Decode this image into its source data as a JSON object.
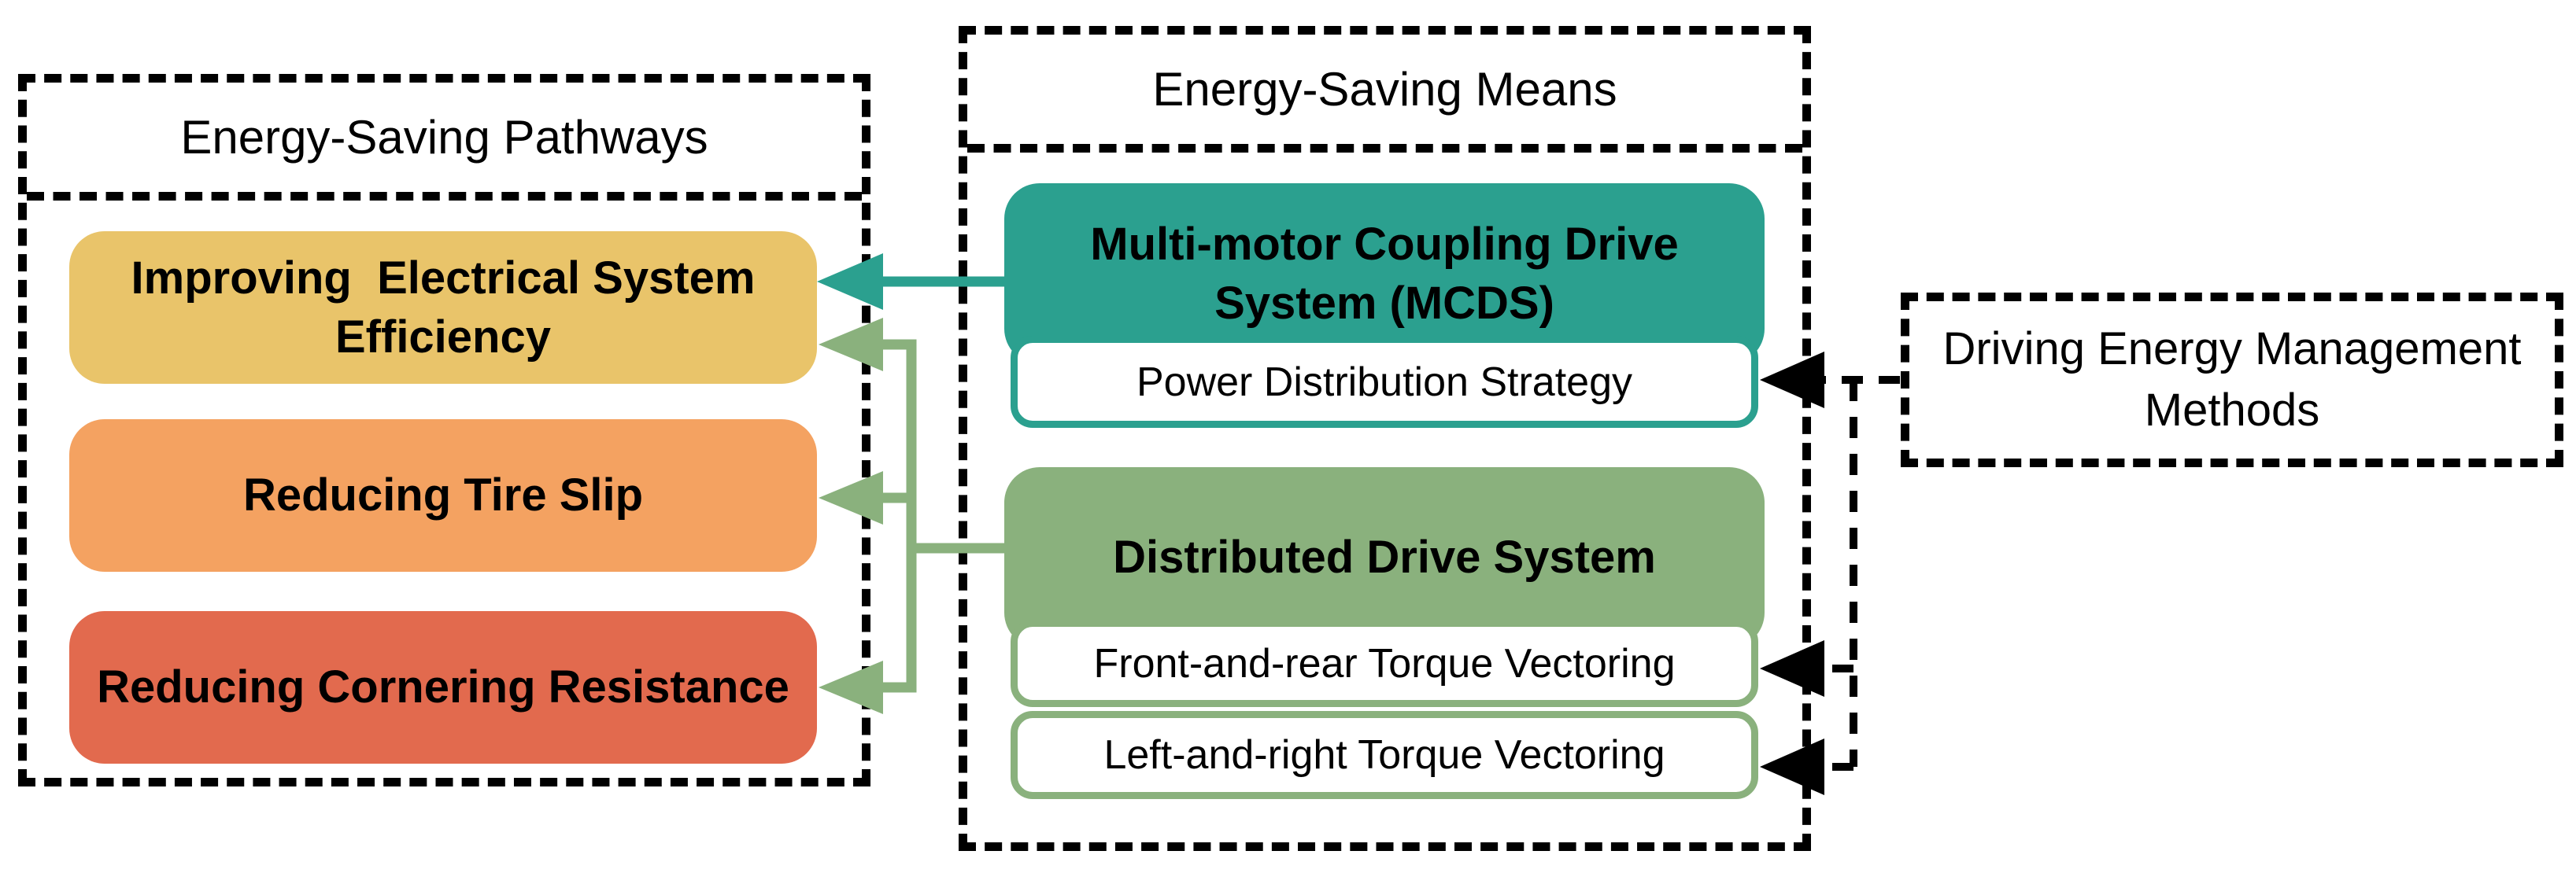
{
  "colors": {
    "teal": "#2BA08F",
    "green": "#8AB17D",
    "yellow": "#E9C46A",
    "orange": "#F4A261",
    "red": "#E26A4E",
    "connector": "#000000"
  },
  "pathways": {
    "title": "Energy-Saving Pathways",
    "items": [
      {
        "label": "Improving  Electrical System\nEfficiency",
        "color": "#E9C46A"
      },
      {
        "label": "Reducing Tire Slip",
        "color": "#F4A261"
      },
      {
        "label": "Reducing Cornering Resistance",
        "color": "#E26A4E"
      }
    ]
  },
  "means": {
    "title": "Energy-Saving Means",
    "mcds": {
      "label": "Multi-motor Coupling Drive\nSystem (MCDS)",
      "color": "#2BA08F",
      "sub": [
        {
          "label": "Power Distribution Strategy"
        }
      ]
    },
    "dds": {
      "label": "Distributed Drive System",
      "color": "#8AB17D",
      "sub": [
        {
          "label": "Front-and-rear Torque Vectoring"
        },
        {
          "label": "Left-and-right Torque Vectoring"
        }
      ]
    }
  },
  "management": {
    "title": "Driving Energy Management\nMethods"
  }
}
